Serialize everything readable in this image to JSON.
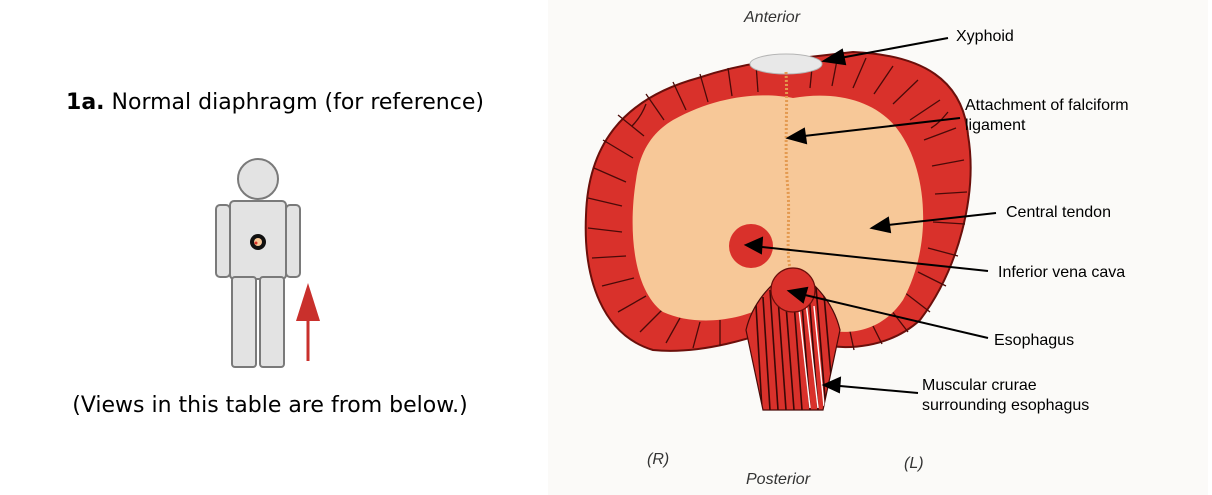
{
  "left": {
    "caption_number": "1a.",
    "caption_text": " Normal diaphragm (for reference)",
    "footnote": "(Views in this table are from below.)"
  },
  "diagram": {
    "orientation": {
      "anterior": "Anterior",
      "posterior": "Posterior",
      "right": "(R)",
      "left": "(L)"
    },
    "labels": {
      "xyphoid": "Xyphoid",
      "falciform_line1": "Attachment of falciform",
      "falciform_line2": "ligament",
      "central_tendon": "Central tendon",
      "ivc": "Inferior vena cava",
      "esophagus": "Esophagus",
      "crurae_line1": "Muscular crurae",
      "crurae_line2": "surrounding esophagus"
    },
    "colors": {
      "muscle": "#d9312b",
      "muscle_stripe": "#4a0a08",
      "tendon": "#f7c898",
      "figure_fill": "#e3e3e3",
      "arrow_red": "#c9302c"
    }
  }
}
